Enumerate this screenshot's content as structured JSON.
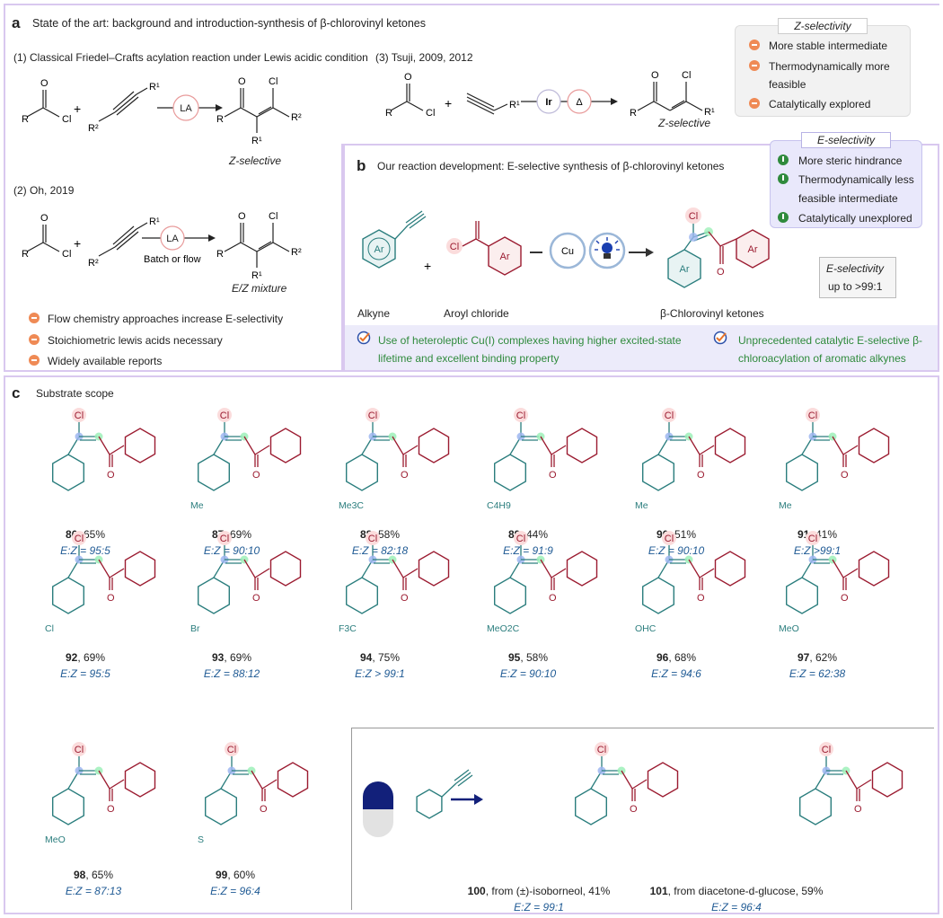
{
  "panel_a": {
    "letter": "a",
    "title": "State of the art: background and introduction-synthesis of β-chlorovinyl ketones",
    "rxn1_label": "(1) Classical Friedel–Crafts acylation reaction under Lewis acidic condition",
    "rxn2_label": "(2) Oh, 2019",
    "rxn3_label": "(3) Tsuji, 2009, 2012",
    "rxn1_outcome": "Z-selective",
    "rxn2_outcome": "E/Z mixture",
    "rxn3_outcome": "Z-selective",
    "catalyst_la": "LA",
    "catalyst_ir": "Ir",
    "heat": "Δ",
    "batch_flow": "Batch or flow",
    "bullets": [
      "Flow chemistry approaches increase E-selectivity",
      "Stoichiometric lewis acids necessary",
      "Widely available reports"
    ]
  },
  "z_box": {
    "title": "Z-selectivity",
    "items": [
      "More stable intermediate",
      "Thermodynamically more",
      "feasible",
      "Catalytically explored"
    ]
  },
  "e_box": {
    "title": "E-selectivity",
    "items": [
      "More steric hindrance",
      "Thermodynamically less",
      "feasible intermediate",
      "Catalytically unexplored"
    ]
  },
  "panel_b": {
    "letter": "b",
    "title": "Our reaction development: E-selective synthesis of β-chlorovinyl ketones",
    "alkyne_label": "Alkyne",
    "aroyl_label": "Aroyl chloride",
    "product_label": "β-Chlorovinyl ketones",
    "catalyst": "Cu",
    "ar": "Ar",
    "cl": "Cl",
    "selectivity_line1": "E-selectivity",
    "selectivity_line2": "up to >99:1",
    "feature1_line1": "Use of heteroleptic Cu(I) complexes having higher excited-state",
    "feature1_line2": "lifetime and excellent binding property",
    "feature2_line1": "Unprecedented catalytic E-selective β-",
    "feature2_line2": "chloroacylation of aromatic alkynes"
  },
  "panel_c": {
    "letter": "c",
    "title": "Substrate scope",
    "compounds": [
      {
        "id": "86",
        "yield": ", 65%",
        "ez": "E:Z = 95:5",
        "sub": ""
      },
      {
        "id": "87",
        "yield": ", 69%",
        "ez": "E:Z = 90:10",
        "sub": "Me"
      },
      {
        "id": "88",
        "yield": ", 58%",
        "ez": "E:Z = 82:18",
        "sub": "Me3C"
      },
      {
        "id": "89",
        "yield": ", 44%",
        "ez": "E:Z = 91:9",
        "sub": "C4H9"
      },
      {
        "id": "90",
        "yield": ", 51%",
        "ez": "E:Z = 90:10",
        "sub": "Me"
      },
      {
        "id": "91",
        "yield": ", 41%",
        "ez": "E:Z  >99:1",
        "sub": "Me"
      },
      {
        "id": "92",
        "yield": ", 69%",
        "ez": "E:Z = 95:5",
        "sub": "Cl"
      },
      {
        "id": "93",
        "yield": ", 69%",
        "ez": "E:Z = 88:12",
        "sub": "Br"
      },
      {
        "id": "94",
        "yield": ", 75%",
        "ez": "E:Z > 99:1",
        "sub": "F3C"
      },
      {
        "id": "95",
        "yield": ", 58%",
        "ez": "E:Z = 90:10",
        "sub": "MeO2C"
      },
      {
        "id": "96",
        "yield": ", 68%",
        "ez": "E:Z = 94:6",
        "sub": "OHC"
      },
      {
        "id": "97",
        "yield": ", 62%",
        "ez": "E:Z = 62:38",
        "sub": "MeO"
      },
      {
        "id": "98",
        "yield": ", 65%",
        "ez": "E:Z = 87:13",
        "sub": "MeO"
      },
      {
        "id": "99",
        "yield": ", 60%",
        "ez": "E:Z = 96:4",
        "sub": "S"
      },
      {
        "id": "100",
        "yield": ", from (±)-isoborneol, 41%",
        "ez": "E:Z = 99:1",
        "sub": ""
      },
      {
        "id": "101",
        "yield": ", from diacetone-d-glucose, 59%",
        "ez": "E:Z = 96:4",
        "sub": ""
      }
    ]
  },
  "atoms": {
    "cl": "Cl",
    "o": "O",
    "r": "R",
    "r1": "R¹",
    "r2": "R²"
  },
  "colors": {
    "border": "#d9c8ef",
    "teal": "#2a7d7d",
    "red": "#9b1b30",
    "blue": "#1f5a94",
    "orange": "#ef8a55",
    "green": "#2f8a3c",
    "lavender": "#ecebfa"
  }
}
